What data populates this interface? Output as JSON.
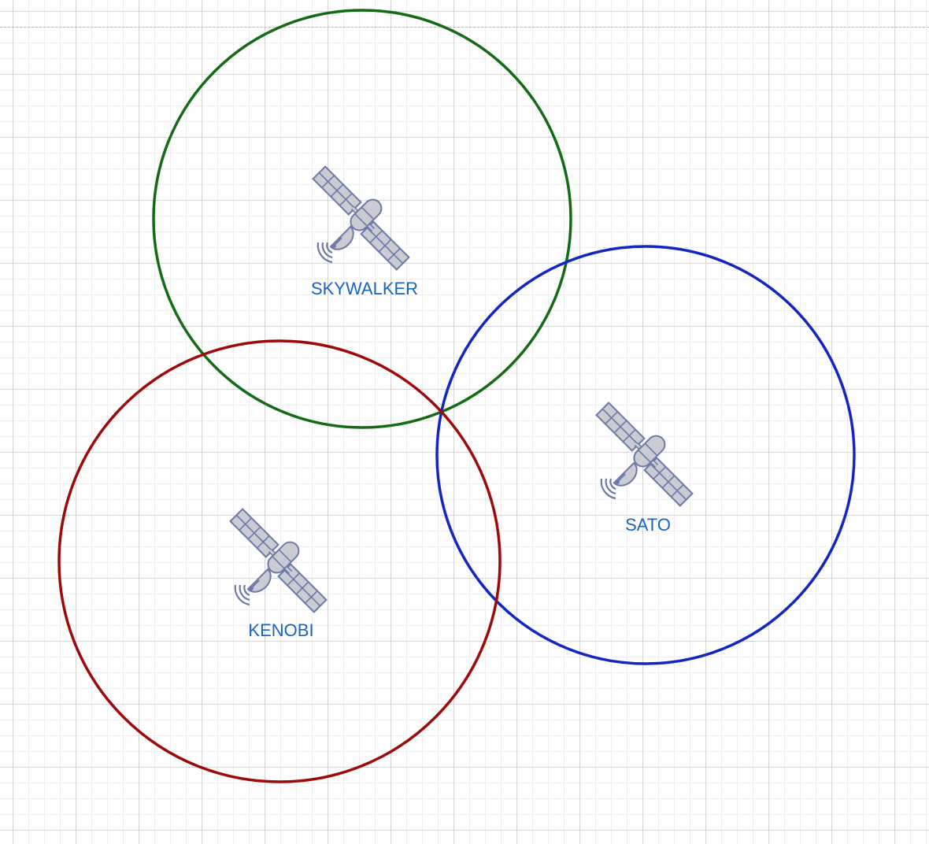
{
  "diagram": {
    "satellites": [
      {
        "id": "skywalker",
        "label": "SKYWALKER",
        "ring_color": "#136b13"
      },
      {
        "id": "sato",
        "label": "SATO",
        "ring_color": "#1226c4"
      },
      {
        "id": "kenobi",
        "label": "KENOBI",
        "ring_color": "#9c0a0a"
      }
    ],
    "label_color": "#1466c2",
    "icon": {
      "name": "satellite-icon",
      "fill": "#c9ccd3",
      "stroke": "#6b7aa8"
    }
  }
}
